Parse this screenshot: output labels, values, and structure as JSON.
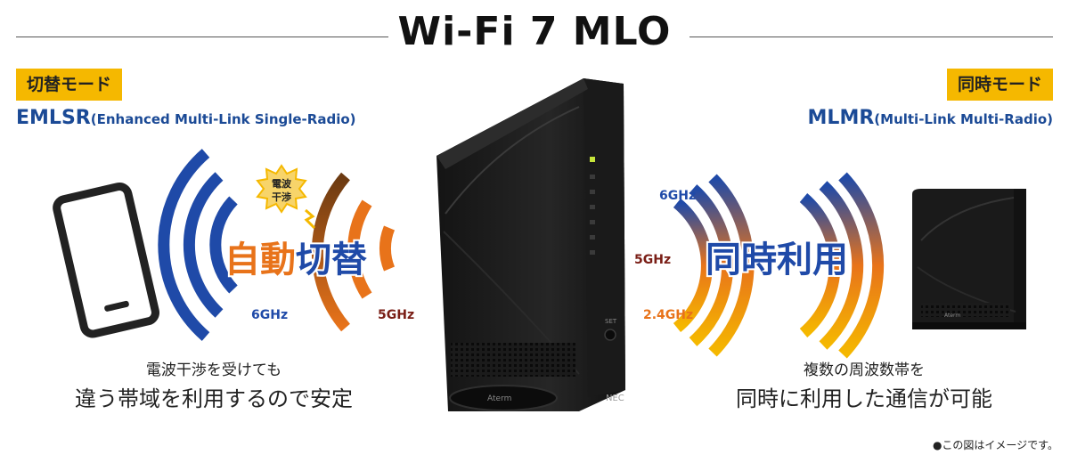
{
  "header": {
    "title": "Wi-Fi 7 MLO"
  },
  "left": {
    "badge": "切替モード",
    "mode_abbr": "EMLSR",
    "mode_full": "(Enhanced Multi-Link Single-Radio)",
    "interference": [
      "電波",
      "干渉"
    ],
    "center_label_a": "自動",
    "center_label_b": "切替",
    "band_6": "6GHz",
    "band_5": "5GHz",
    "caption_line1": "電波干渉を受けても",
    "caption_line2": "違う帯域を利用するので安定"
  },
  "right": {
    "badge": "同時モード",
    "mode_abbr": "MLMR",
    "mode_full": "(Multi-Link Multi-Radio)",
    "center_label": "同時利用",
    "band_6": "6GHz",
    "band_5": "5GHz",
    "band_24": "2.4GHz",
    "caption_line1": "複数の周波数帯を",
    "caption_line2": "同時に利用した通信が可能"
  },
  "router": {
    "brand": "NEC",
    "model": "Aterm",
    "button": "SET"
  },
  "footnote": "●この図はイメージです。",
  "colors": {
    "blue": "#1f4aa8",
    "orange": "#e8731a",
    "yellow": "#f5b800",
    "darkred": "#7a1e16"
  }
}
